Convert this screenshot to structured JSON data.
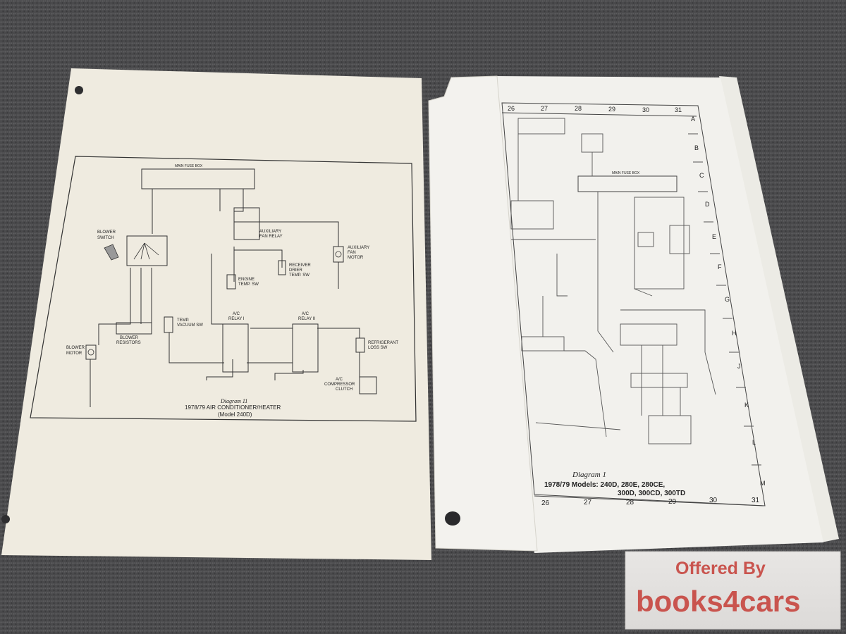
{
  "left_sheet": {
    "header": "MAIN FUSE BOX",
    "labels": {
      "blower_switch": [
        "BLOWER",
        "SWITCH"
      ],
      "blower_motor": [
        "BLOWER",
        "MOTOR"
      ],
      "blower_resistors": [
        "BLOWER",
        "RESISTORS"
      ],
      "temp_vacuum": [
        "TEMP.",
        "VACUUM SW"
      ],
      "aux_fan_relay": [
        "AUXILIARY",
        "FAN RELAY"
      ],
      "aux_fan_motor": [
        "AUXILIARY",
        "FAN",
        "MOTOR"
      ],
      "receiver_drier": [
        "RECEIVER",
        "DRIER",
        "TEMP. SW"
      ],
      "engine_temp": [
        "ENGINE",
        "TEMP. SW"
      ],
      "ac_relay_1": [
        "A/C",
        "RELAY I"
      ],
      "ac_relay_2": [
        "A/C",
        "RELAY II"
      ],
      "refrigerant": [
        "REFRIGERANT",
        "LOSS SW"
      ],
      "compressor": [
        "A/C",
        "COMPRESSOR",
        "CLUTCH"
      ]
    },
    "caption": {
      "diagram": "Diagram 11",
      "title": "1978/79  AIR CONDITIONER/HEATER",
      "model": "(Model 240D)"
    }
  },
  "right_sheet": {
    "columns_top": [
      "26",
      "27",
      "28",
      "29",
      "30",
      "31"
    ],
    "columns_bottom": [
      "26",
      "27",
      "28",
      "29",
      "30",
      "31"
    ],
    "rows": [
      "A",
      "B",
      "C",
      "D",
      "E",
      "F",
      "G",
      "H",
      "J",
      "K",
      "L",
      "M"
    ],
    "header": "MAIN FUSE BOX",
    "caption": {
      "diagram": "Diagram 1",
      "line1": "1978/79  Models:  240D, 280E, 280CE,",
      "line2": "300D, 300CD, 300TD"
    }
  },
  "watermark": {
    "line1": "Offered By",
    "line2": "books4cars"
  }
}
